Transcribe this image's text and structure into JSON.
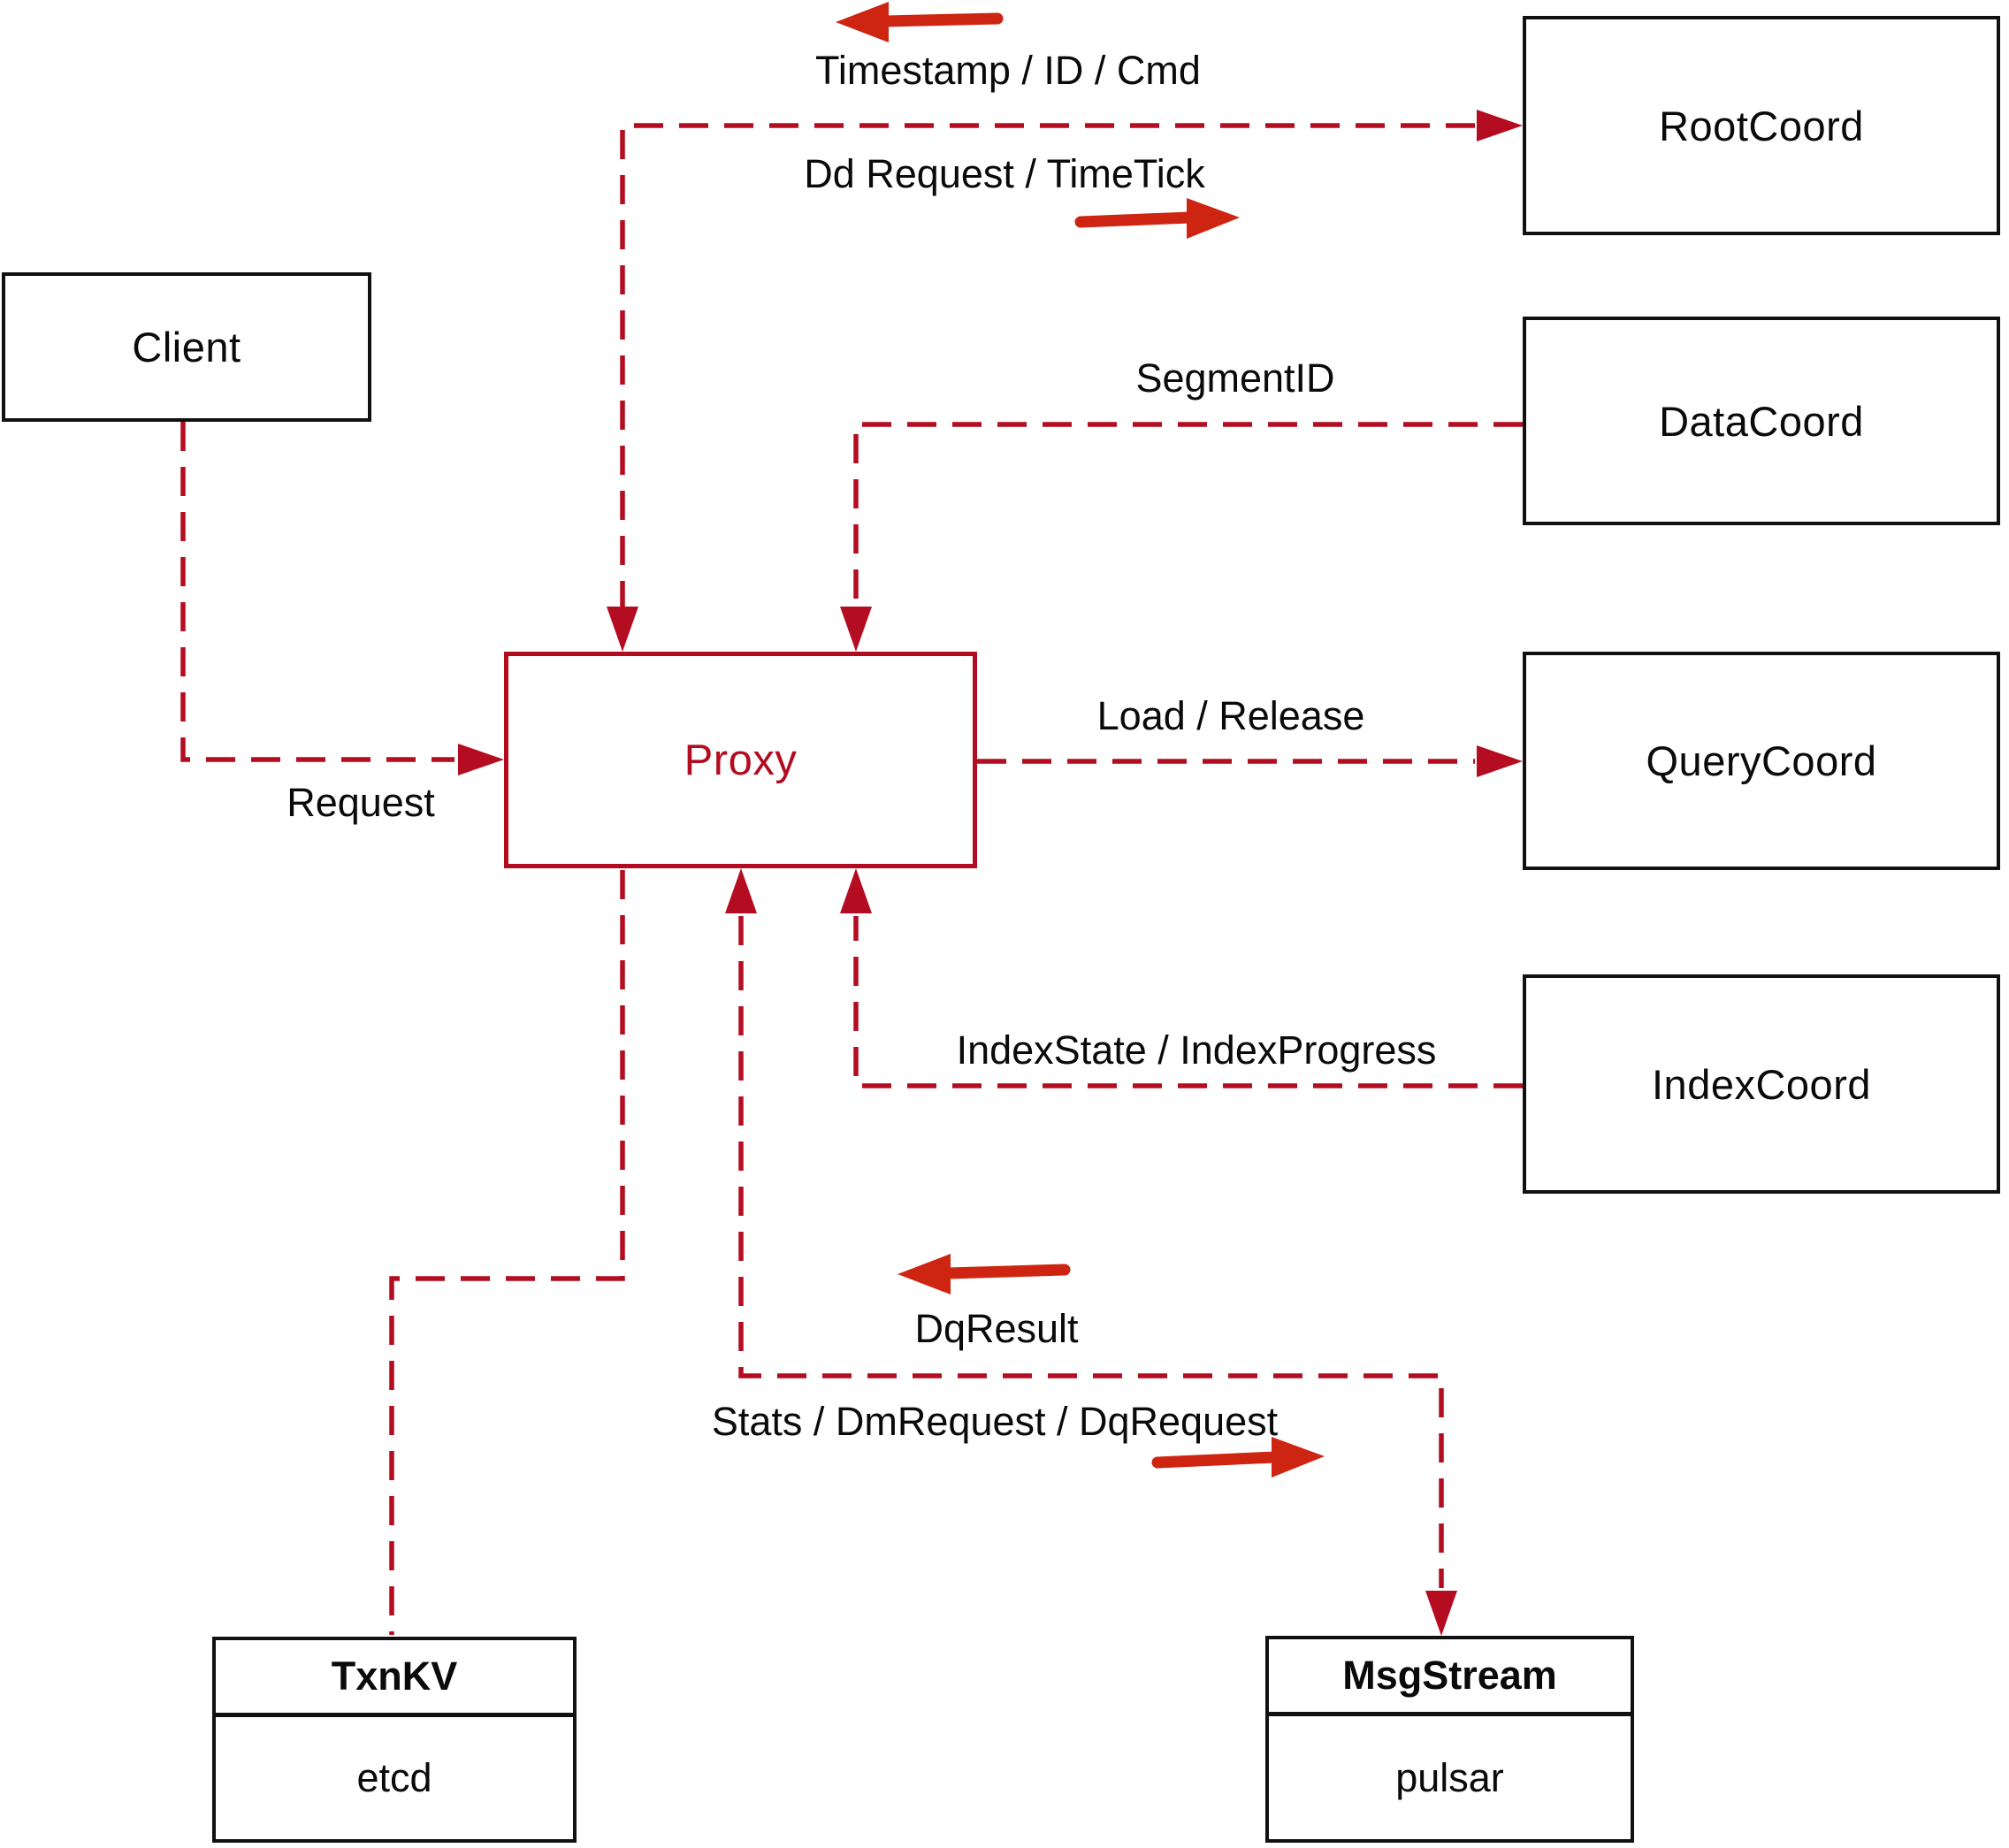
{
  "diagram": {
    "title_hint": "Proxy interaction diagram",
    "colors": {
      "dashed_line": "#b40d21",
      "solid_arrow": "#cd2512",
      "box_border": "#111111",
      "proxy_accent": "#b30b20",
      "text": "#0a0a0a",
      "background": "#ffffff"
    },
    "nodes": {
      "client": {
        "label": "Client"
      },
      "rootcoord": {
        "label": "RootCoord"
      },
      "datacoord": {
        "label": "DataCoord"
      },
      "querycoord": {
        "label": "QueryCoord"
      },
      "indexcoord": {
        "label": "IndexCoord"
      },
      "proxy": {
        "label": "Proxy"
      },
      "txnkv": {
        "title": "TxnKV",
        "subtitle": "etcd"
      },
      "msgstream": {
        "title": "MsgStream",
        "subtitle": "pulsar"
      }
    },
    "edge_labels": {
      "timestamp_id_cmd": "Timestamp / ID / Cmd",
      "dd_request_timetick": "Dd Request / TimeTick",
      "segment_id": "SegmentID",
      "request": "Request",
      "load_release": "Load / Release",
      "index_state_progress": "IndexState / IndexProgress",
      "dq_result": "DqResult",
      "stats_dm_dq_request": "Stats / DmRequest / DqRequest"
    }
  }
}
